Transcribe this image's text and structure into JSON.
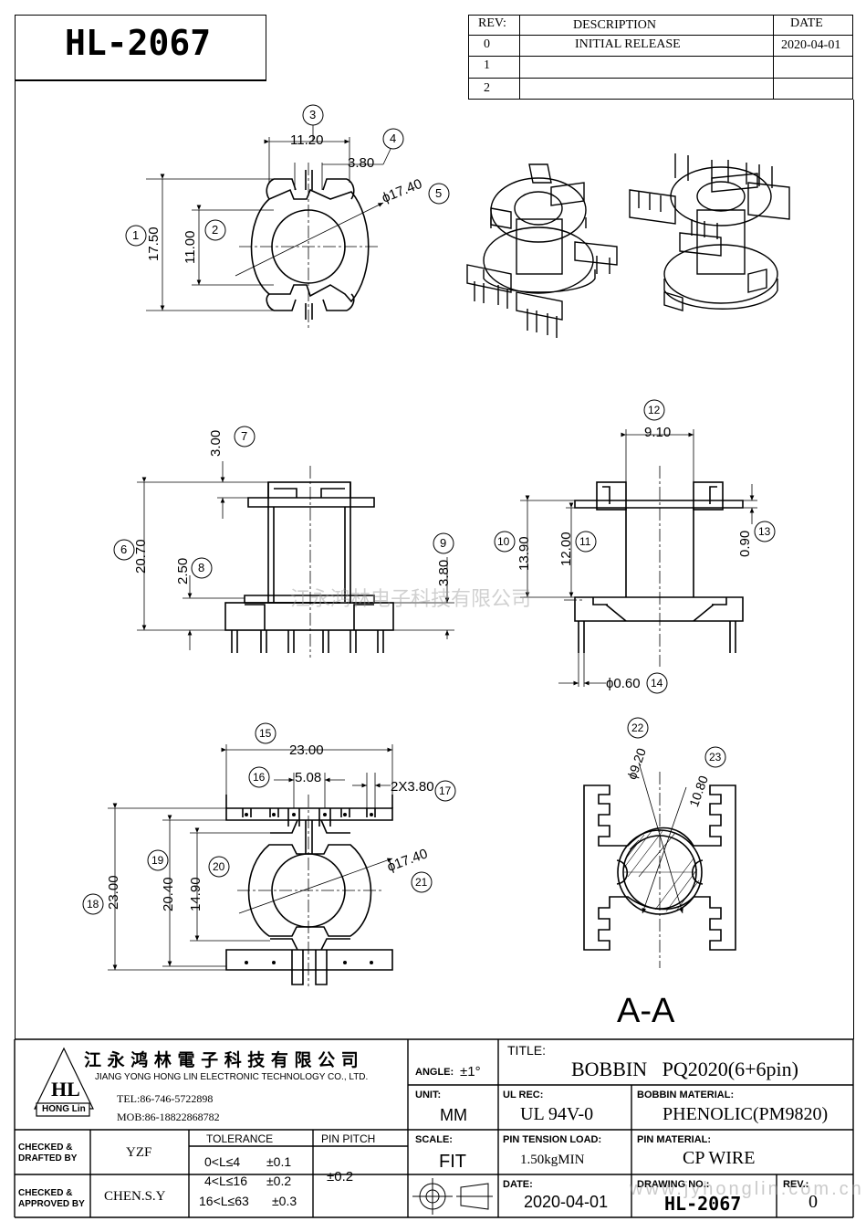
{
  "part_number": "HL-2067",
  "revision_table": {
    "headers": {
      "rev": "REV:",
      "description": "DESCRIPTION",
      "date": "DATE"
    },
    "rows": [
      {
        "rev": "0",
        "description": "INITIAL RELEASE",
        "date": "2020-04-01"
      },
      {
        "rev": "1",
        "description": "",
        "date": ""
      },
      {
        "rev": "2",
        "description": "",
        "date": ""
      }
    ]
  },
  "dimensions": {
    "d1": "17.50",
    "d2": "11.00",
    "d3": "11.20",
    "d4": "3.80",
    "d5": "ϕ17.40",
    "d6": "20.70",
    "d7": "3.00",
    "d8": "2.50",
    "d9": "3.80",
    "d10": "13.90",
    "d11": "12.00",
    "d12": "9.10",
    "d13": "0.90",
    "d14": "ϕ0.60",
    "d15": "23.00",
    "d16": "5.08",
    "d17": "2X3.80",
    "d18": "23.00",
    "d19": "20.40",
    "d20": "14.90",
    "d21": "ϕ17.40",
    "d22": "ϕ9.20",
    "d23": "10.80"
  },
  "balloons": [
    "1",
    "2",
    "3",
    "4",
    "5",
    "6",
    "7",
    "8",
    "9",
    "10",
    "11",
    "12",
    "13",
    "14",
    "15",
    "16",
    "17",
    "18",
    "19",
    "20",
    "21",
    "22",
    "23"
  ],
  "watermark": "江永鸿林电子科技有限公司",
  "section_label": "A-A",
  "title_block": {
    "company_cn": "江 永 鸿 林 電 子 科 技 有 限 公 司",
    "company_en": "JIANG YONG HONG LIN ELECTRONIC TECHNOLOGY CO., LTD.",
    "logo_text": "HL",
    "logo_sub": "HONG Lin",
    "tel": "TEL:86-746-5722898",
    "mob": "MOB:86-18822868782",
    "angle_label": "ANGLE:",
    "angle_value": "±1°",
    "title_label": "TITLE:",
    "title_value": "BOBBIN   PQ2020(6+6pin)",
    "unit_label": "UNIT:",
    "unit_value": "MM",
    "ul_label": "UL REC:",
    "ul_value": "UL 94V-0",
    "bobbin_material_label": "BOBBIN MATERIAL:",
    "bobbin_material_value": "PHENOLIC(PM9820)",
    "scale_label": "SCALE:",
    "scale_value": "FIT",
    "pin_tension_label": "PIN TENSION LOAD:",
    "pin_tension_value": "1.50kgMIN",
    "pin_material_label": "PIN MATERIAL:",
    "pin_material_value": "CP WIRE",
    "date_label": "DATE:",
    "date_value": "2020-04-01",
    "drawing_no_label": "DRAWING NO.:",
    "drawing_no_value": "HL-2067",
    "rev_label": "REV.:",
    "rev_value": "0",
    "checked_drafted_label": [
      "CHECKED &",
      "DRAFTED BY"
    ],
    "checked_drafted_value": "YZF",
    "checked_approved_label": [
      "CHECKED &",
      "APPROVED BY"
    ],
    "checked_approved_value": "CHEN.S.Y",
    "tolerance_label": "TOLERANCE",
    "tolerance_rows": [
      {
        "range": "0<L≤4",
        "value": "±0.1"
      },
      {
        "range": "4<L≤16",
        "value": "±0.2"
      },
      {
        "range": "16<L≤63",
        "value": "±0.3"
      }
    ],
    "pin_pitch_label": "PIN PITCH",
    "pin_pitch_value": "±0.2",
    "website": "www.jyhonglin.com.cn"
  }
}
